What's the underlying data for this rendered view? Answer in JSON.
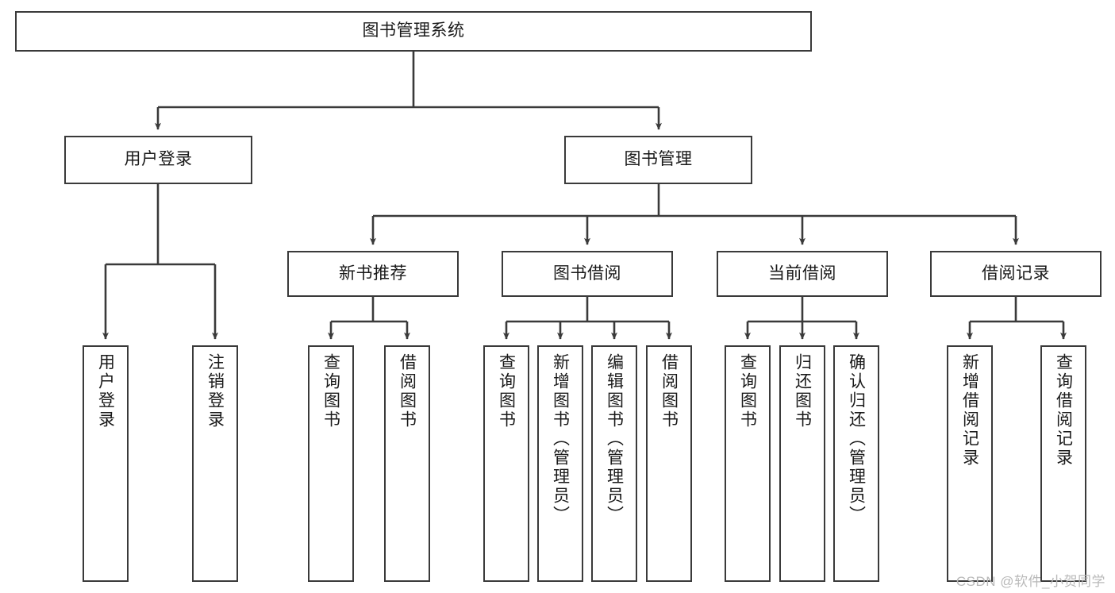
{
  "diagram": {
    "title": "图书管理系统",
    "type": "tree",
    "colors": {
      "box_border": "#3a3a3a",
      "box_fill": "#ffffff",
      "edge": "#3a3a3a",
      "text": "#1a1a1a",
      "watermark": "#b9b9b9",
      "background": "#ffffff"
    },
    "root": {
      "id": "root",
      "label": "图书管理系统"
    },
    "level2": [
      {
        "id": "user-login",
        "label": "用户登录"
      },
      {
        "id": "book-manage",
        "label": "图书管理"
      }
    ],
    "level3": [
      {
        "id": "new-book-rec",
        "label": "新书推荐",
        "parent": "book-manage"
      },
      {
        "id": "book-borrow",
        "label": "图书借阅",
        "parent": "book-manage"
      },
      {
        "id": "current-borrow",
        "label": "当前借阅",
        "parent": "book-manage"
      },
      {
        "id": "borrow-record",
        "label": "借阅记录",
        "parent": "book-manage"
      }
    ],
    "leaves": [
      {
        "id": "leaf-user-login",
        "label": "用户登录",
        "parent": "user-login"
      },
      {
        "id": "leaf-user-logout",
        "label": "注销登录",
        "parent": "user-login"
      },
      {
        "id": "leaf-query-book-1",
        "label": "查询图书",
        "parent": "new-book-rec"
      },
      {
        "id": "leaf-borrow-book-1",
        "label": "借阅图书",
        "parent": "new-book-rec"
      },
      {
        "id": "leaf-query-book-2",
        "label": "查询图书",
        "parent": "book-borrow"
      },
      {
        "id": "leaf-add-book",
        "label": "新增图书（管理员）",
        "parent": "book-borrow"
      },
      {
        "id": "leaf-edit-book",
        "label": "编辑图书（管理员）",
        "parent": "book-borrow"
      },
      {
        "id": "leaf-borrow-book-2",
        "label": "借阅图书",
        "parent": "book-borrow"
      },
      {
        "id": "leaf-query-book-3",
        "label": "查询图书",
        "parent": "current-borrow"
      },
      {
        "id": "leaf-return-book",
        "label": "归还图书",
        "parent": "current-borrow"
      },
      {
        "id": "leaf-confirm-return",
        "label": "确认归还（管理员）",
        "parent": "current-borrow"
      },
      {
        "id": "leaf-add-record",
        "label": "新增借阅记录",
        "parent": "borrow-record"
      },
      {
        "id": "leaf-query-record",
        "label": "查询借阅记录",
        "parent": "borrow-record"
      }
    ],
    "watermark": "CSDN @软件_小贺同学"
  }
}
